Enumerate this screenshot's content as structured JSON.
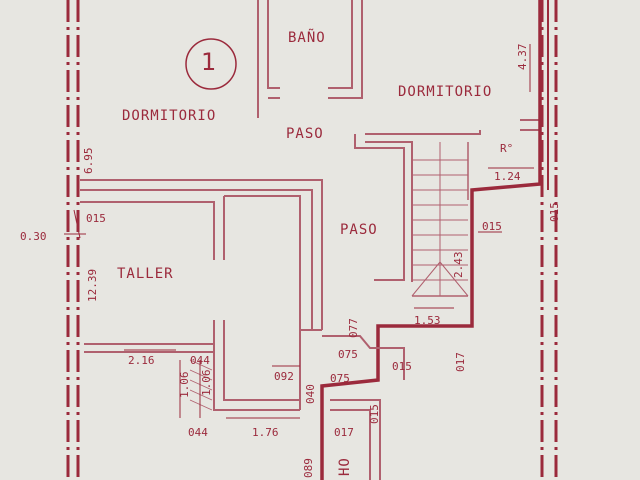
{
  "colors": {
    "paper": "#e7e6e1",
    "ink": "#9b2a3c",
    "wall": "#b0606e"
  },
  "plan": {
    "sheet_number": "1",
    "rooms": {
      "bano": "BAÑO",
      "dormitorio_left": "DORMITORIO",
      "dormitorio_right": "DORMITORIO",
      "paso_top": "PASO",
      "paso_middle": "PASO",
      "taller": "TALLER",
      "room_bottom": "HO"
    },
    "dimensions": {
      "d437": "4.37",
      "d695": "6.95",
      "d124": "1.24",
      "r_label": "R°",
      "d030": "0.30",
      "d015_left": "015",
      "d015_right_stair": "015",
      "d015_right_edge": "015",
      "d243": "2.43",
      "d1239": "12.39",
      "d077": "077",
      "d153": "1.53",
      "d216": "2.16",
      "d044_top": "044",
      "d075_a": "075",
      "d015_mid": "015",
      "d017_a": "017",
      "d106": "1.06",
      "d106b": "1.06",
      "d092": "092",
      "d075_b": "075",
      "d040": "040",
      "d015_low": "015",
      "d044_bottom": "044",
      "d176": "1.76",
      "d017_b": "017",
      "d089": "089"
    }
  }
}
